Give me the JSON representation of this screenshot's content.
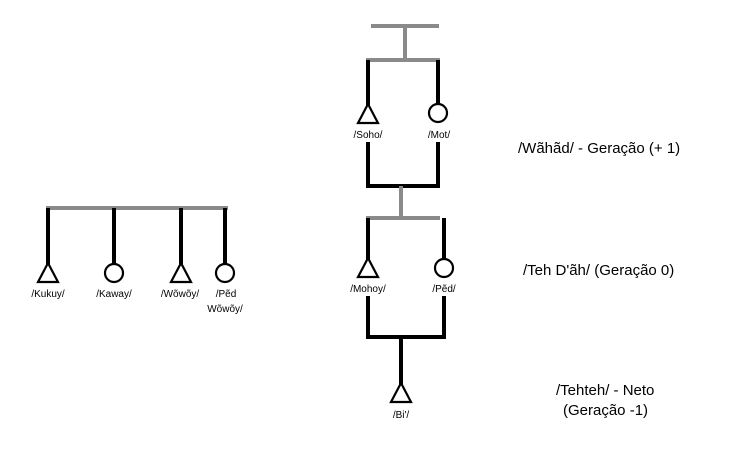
{
  "siblings": {
    "kukuy": "/Kukuy/",
    "kaway": "/Kaway/",
    "wowoy": "/Wõwõy/",
    "ped_line1": "/Pẽd",
    "ped_line2": "Wõwõy/"
  },
  "ego_line": {
    "soho": "/Soho/",
    "mot": "/Mot/",
    "mohoy": "/Mohoy/",
    "ped": "/Pẽd/",
    "bi": "/Bi'/"
  },
  "generations": {
    "plus_one": "/Wãhãd/ - Geração (+ 1)",
    "zero": "/Teh D'ãh/ (Geração 0)",
    "minus_one_line1": "/Tehteh/ - Neto",
    "minus_one_line2": "(Geração -1)"
  }
}
